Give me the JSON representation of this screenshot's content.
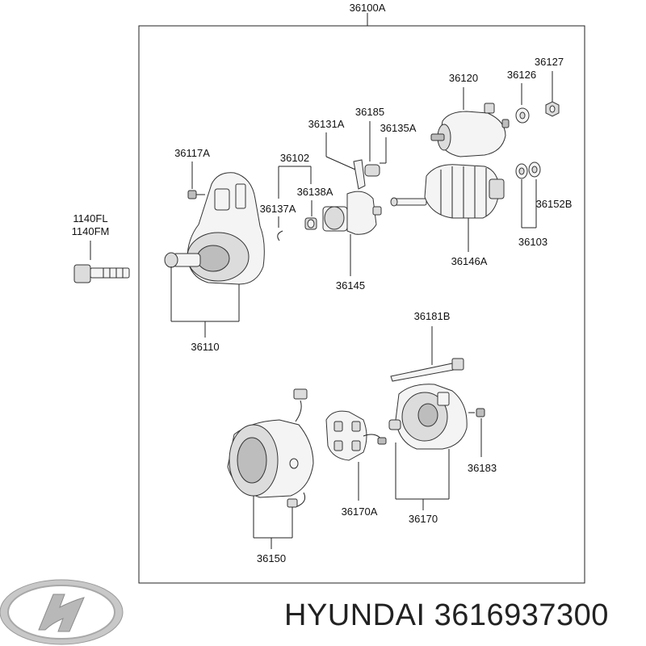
{
  "diagram": {
    "assembly_label": "36100A",
    "labels": {
      "p36127": "36127",
      "p36126": "36126",
      "p36120": "36120",
      "p36185": "36185",
      "p36131A": "36131A",
      "p36135A": "36135A",
      "p36117A": "36117A",
      "p36102": "36102",
      "p36138A": "36138A",
      "p36137A": "36137A",
      "p1140FL": "1140FL",
      "p1140FM": "1140FM",
      "p36152B": "36152B",
      "p36103": "36103",
      "p36146A": "36146A",
      "p36145": "36145",
      "p36110": "36110",
      "p36181B": "36181B",
      "p36183": "36183",
      "p36170A": "36170A",
      "p36170": "36170",
      "p36150": "36150"
    }
  },
  "brand": {
    "logo": "hyundai-logo",
    "text": "HYUNDAI 3616937300"
  }
}
